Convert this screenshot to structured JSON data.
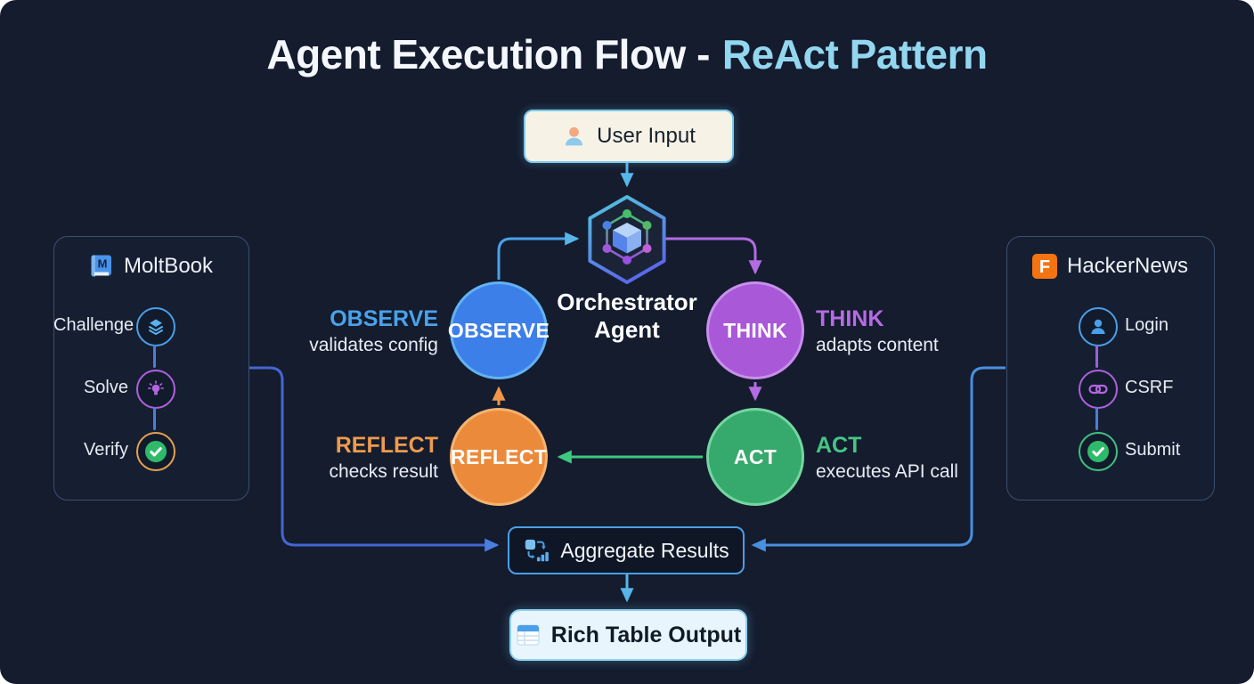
{
  "title": {
    "main": "Agent Execution Flow -",
    "accent": "ReAct Pattern"
  },
  "nodes": {
    "user_input": {
      "label": "User Input"
    },
    "orchestrator": {
      "line1": "Orchestrator",
      "line2": "Agent"
    },
    "aggregate": {
      "label": "Aggregate Results"
    },
    "output": {
      "label": "Rich Table Output"
    }
  },
  "stages": {
    "observe": {
      "name": "OBSERVE",
      "desc": "validates config",
      "fill": "#3d7fe8",
      "label_color": "#4aa2ea"
    },
    "think": {
      "name": "THINK",
      "desc": "adapts content",
      "fill": "#a958d8",
      "label_color": "#b66ce4"
    },
    "act": {
      "name": "ACT",
      "desc": "executes API call",
      "fill": "#36a96c",
      "label_color": "#46c584"
    },
    "reflect": {
      "name": "REFLECT",
      "desc": "checks result",
      "fill": "#ec8a3c",
      "label_color": "#ef9a4d"
    }
  },
  "panels": {
    "left": {
      "title": "MoltBook",
      "icon": "book-icon",
      "steps": [
        {
          "label": "Challenge",
          "icon": "layers-icon"
        },
        {
          "label": "Solve",
          "icon": "lightbulb-icon"
        },
        {
          "label": "Verify",
          "icon": "check-circle-icon"
        }
      ]
    },
    "right": {
      "title": "HackerNews",
      "icon": "hackernews-f-icon",
      "steps": [
        {
          "label": "Login",
          "icon": "user-icon"
        },
        {
          "label": "CSRF",
          "icon": "link-icon"
        },
        {
          "label": "Submit",
          "icon": "check-circle-icon"
        }
      ]
    }
  },
  "colors": {
    "background": "#141c2e",
    "title_accent": "#93d6ef",
    "arrow_blue": "#56b6ea",
    "arrow_purple": "#b36ce2",
    "arrow_green": "#3ec87e",
    "arrow_orange": "#f0964a",
    "connector_left": "#4566d2",
    "connector_right": "#4a8fe0",
    "user_input_bg": "#f6f3e6",
    "output_bg": "#e9f5fd",
    "aggregate_border": "#4a9fe8",
    "panel_border": "#3d4f6e"
  }
}
